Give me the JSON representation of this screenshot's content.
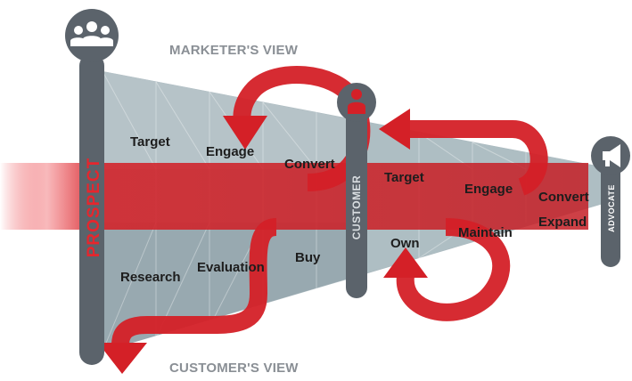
{
  "views": {
    "marketer": "MARKETER'S VIEW",
    "customer": "CUSTOMER'S VIEW"
  },
  "pillars": {
    "prospect": "PROSPECT",
    "customer": "CUSTOMER",
    "advocate": "ADVOCATE"
  },
  "stages": {
    "target_1": "Target",
    "engage_1": "Engage",
    "convert_1": "Convert",
    "target_2": "Target",
    "engage_2": "Engage",
    "convert_2": "Convert",
    "expand": "Expand",
    "maintain": "Maintain",
    "own": "Own",
    "buy": "Buy",
    "evaluation": "Evaluation",
    "research": "Research"
  },
  "icons": {
    "prospect": "group-icon",
    "customer": "person-icon",
    "advocate": "megaphone-icon"
  },
  "colors": {
    "red": "#d42027",
    "pillar": "#5b636b",
    "funnel": "#9fb0b7",
    "title_gray": "#8a8f95"
  }
}
